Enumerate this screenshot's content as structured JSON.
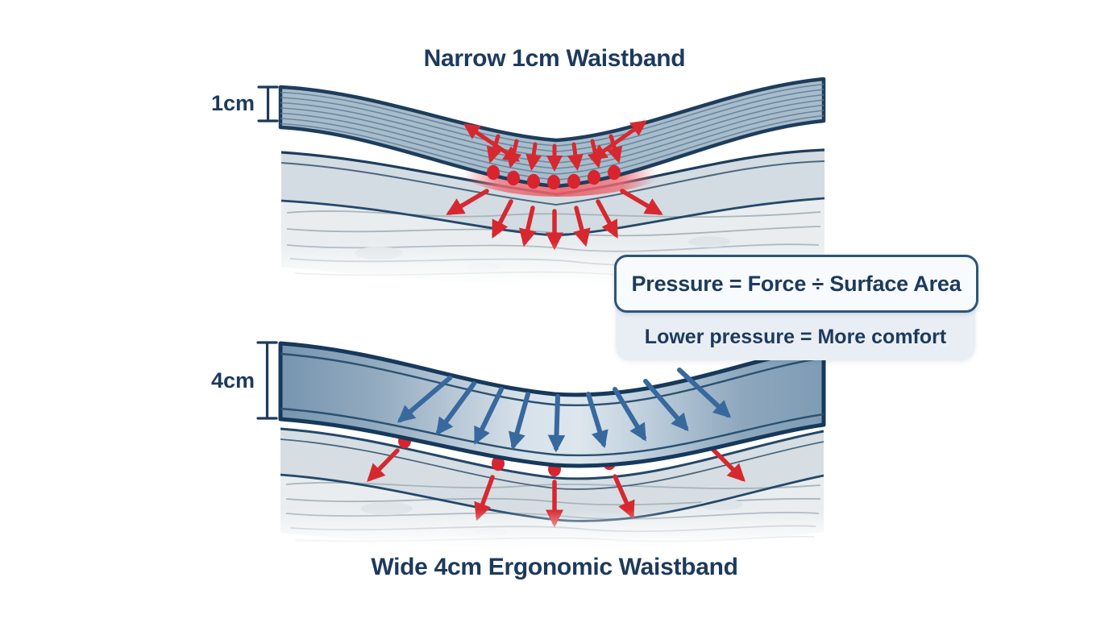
{
  "page": {
    "background": "#ffffff"
  },
  "top_diagram": {
    "title": "Narrow 1cm Waistband",
    "measurement_label": "1cm"
  },
  "bottom_diagram": {
    "title": "Wide 4cm Ergonomic Waistband",
    "measurement_label": "4cm"
  },
  "callout": {
    "formula": "Pressure = Force ÷ Surface Area",
    "note": "Lower pressure = More comfort"
  },
  "colors": {
    "navy_text": "#1d3a5c",
    "band_edge": "#16395b",
    "narrow_band_fill": "#a9bccb",
    "wide_band_fill_dark": "#7e9cb4",
    "wide_band_fill_light": "#dde6ed",
    "skin_fill": "#d6dee3",
    "tissue_fill": "#e9edef",
    "pressure_red": "#d7282f",
    "force_blue": "#38699e",
    "callout_panel_bg": "#e8eef4",
    "callout_box_bg": "#f8fbfd",
    "callout_box_border": "#2d5578"
  }
}
